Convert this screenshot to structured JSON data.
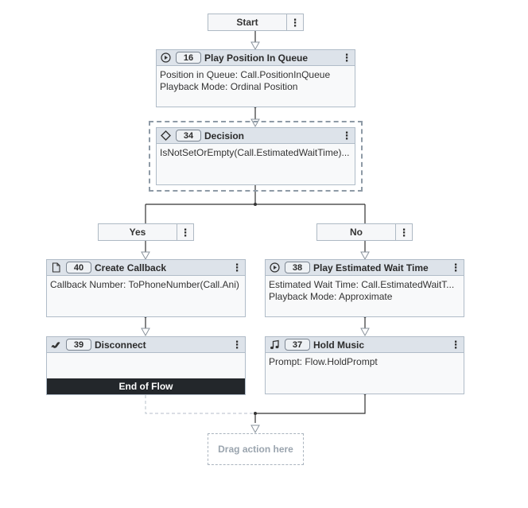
{
  "start": {
    "label": "Start"
  },
  "nodes": {
    "play_position": {
      "id": "16",
      "title": "Play Position In Queue",
      "icon": "play-circle-icon",
      "lines": [
        "Position in Queue: Call.PositionInQueue",
        "Playback Mode: Ordinal Position"
      ]
    },
    "decision": {
      "id": "34",
      "title": "Decision",
      "icon": "diamond-icon",
      "lines": [
        "IsNotSetOrEmpty(Call.EstimatedWaitTime)..."
      ]
    },
    "create_callback": {
      "id": "40",
      "title": "Create Callback",
      "icon": "document-icon",
      "lines": [
        "Callback Number: ToPhoneNumber(Call.Ani)"
      ]
    },
    "play_wait_time": {
      "id": "38",
      "title": "Play Estimated Wait Time",
      "icon": "play-circle-icon",
      "lines": [
        "Estimated Wait Time: Call.EstimatedWaitT...",
        "Playback Mode: Approximate"
      ]
    },
    "disconnect": {
      "id": "39",
      "title": "Disconnect",
      "icon": "hang-up-icon",
      "footer": "End of Flow"
    },
    "hold_music": {
      "id": "37",
      "title": "Hold Music",
      "icon": "music-note-icon",
      "lines": [
        "Prompt: Flow.HoldPrompt"
      ]
    }
  },
  "branches": {
    "yes": "Yes",
    "no": "No"
  },
  "drop_zone": {
    "label": "Drag action here"
  },
  "colors": {
    "header": "#dde3ea",
    "border": "#b0bcc8",
    "footer": "#23272b",
    "line": "#333333"
  }
}
